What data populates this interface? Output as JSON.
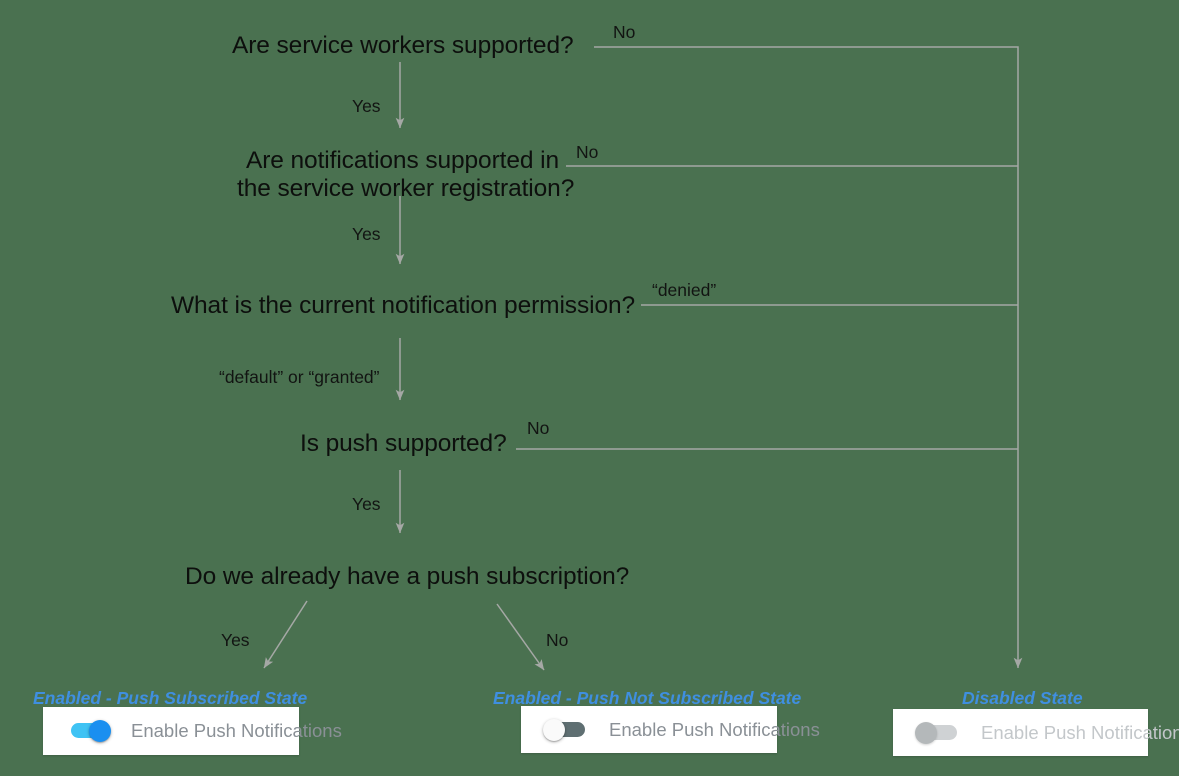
{
  "diagram": {
    "background_color": "#4a7150",
    "line_color": "#a8aaa8",
    "state_label_color": "#3f8fe0",
    "nodes": [
      {
        "id": "q1",
        "text": "Are service workers supported?"
      },
      {
        "id": "q2_line1",
        "text": "Are notifications supported in"
      },
      {
        "id": "q2_line2",
        "text": "the service worker registration?"
      },
      {
        "id": "q3",
        "text": "What is the current notification permission?"
      },
      {
        "id": "q4",
        "text": "Is push supported?"
      },
      {
        "id": "q5",
        "text": "Do we already have a push subscription?"
      }
    ],
    "edge_labels": {
      "q1_no": "No",
      "q1_yes": "Yes",
      "q2_no": "No",
      "q2_yes": "Yes",
      "q3_denied": "“denied”",
      "q3_default_granted": "“default” or “granted”",
      "q4_no": "No",
      "q4_yes": "Yes",
      "q5_yes": "Yes",
      "q5_no": "No"
    },
    "outcomes": [
      {
        "id": "enabled-push-subscribed",
        "state_label": "Enabled - Push Subscribed State",
        "toggle": {
          "state": "on",
          "label": "Enable Push Notifications"
        }
      },
      {
        "id": "enabled-push-not-subscribed",
        "state_label": "Enabled - Push Not Subscribed State",
        "toggle": {
          "state": "off",
          "label": "Enable Push Notifications"
        }
      },
      {
        "id": "disabled",
        "state_label": "Disabled State",
        "toggle": {
          "state": "disabled",
          "label": "Enable Push Notifications"
        }
      }
    ]
  }
}
